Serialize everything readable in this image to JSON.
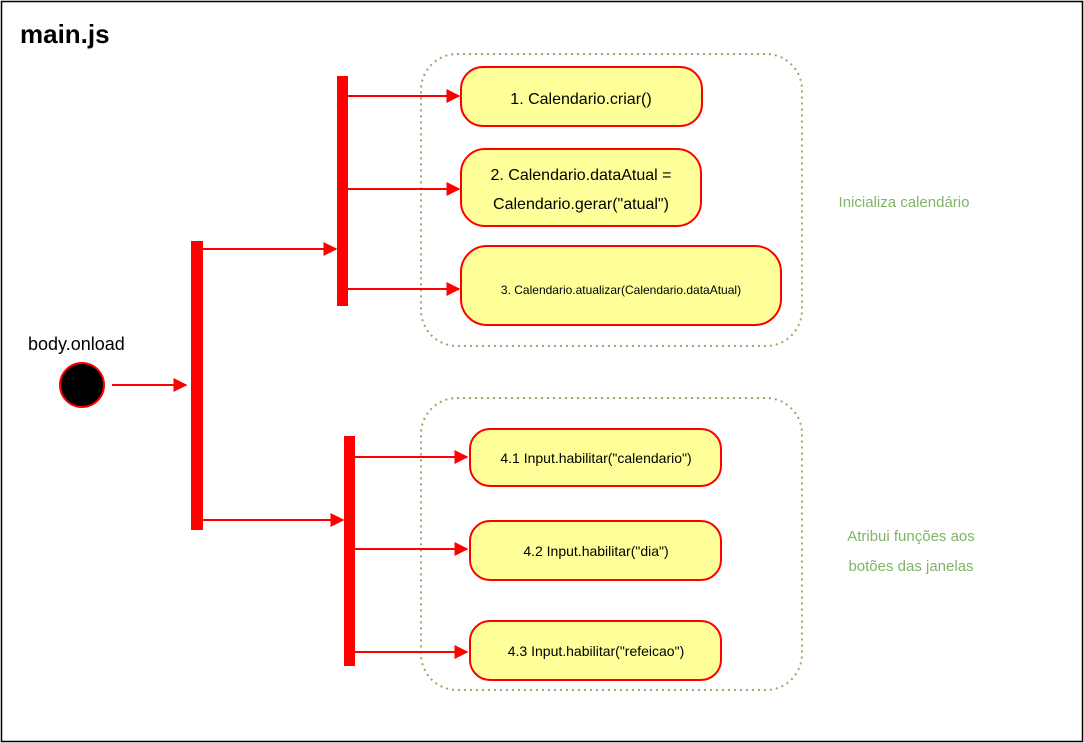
{
  "title": "main.js",
  "start": {
    "label": "body.onload"
  },
  "group1": {
    "label": "Inicializa calendário",
    "steps": [
      {
        "lines": [
          "1. Calendario.criar()"
        ]
      },
      {
        "lines": [
          "2. Calendario.dataAtual =",
          "Calendario.gerar(\"atual\")"
        ]
      },
      {
        "lines": [
          "3. Calendario.atualizar(Calendario.dataAtual)"
        ]
      }
    ]
  },
  "group2": {
    "label_lines": [
      "Atribui funções aos",
      "botões das janelas"
    ],
    "steps": [
      {
        "lines": [
          "4.1 Input.habilitar(\"calendario\")"
        ]
      },
      {
        "lines": [
          "4.2 Input.habilitar(\"dia\")"
        ]
      },
      {
        "lines": [
          "4.3 Input.habilitar(\"refeicao\")"
        ]
      }
    ]
  },
  "colors": {
    "flow": "#ff0000",
    "node_fill": "#ffff99",
    "node_stroke": "#ff0000",
    "group_border": "#82b366",
    "group_label": "#82b366",
    "start_fill": "#000000"
  }
}
